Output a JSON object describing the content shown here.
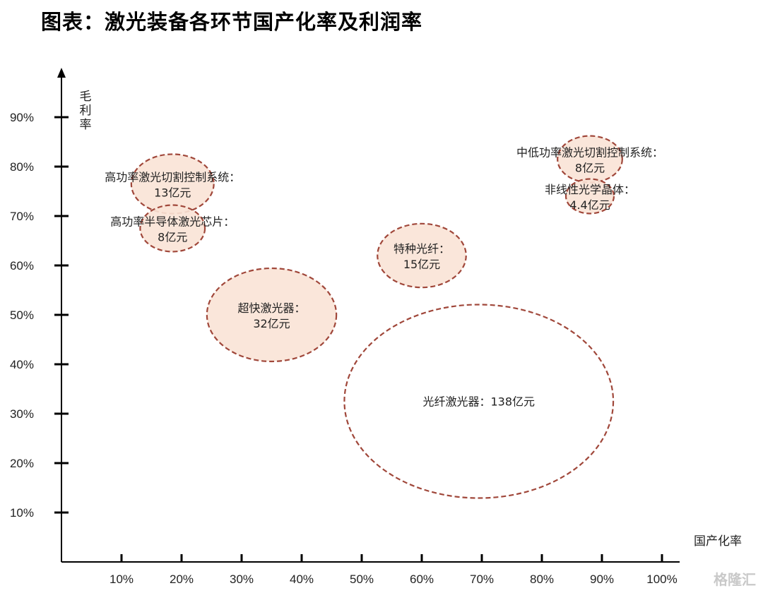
{
  "title": "图表：激光装备各环节国产化率及利润率",
  "watermark": "格隆汇",
  "chart_data": {
    "type": "bubble",
    "xlabel": "国产化率",
    "ylabel": "毛利率",
    "xlim": [
      0,
      100
    ],
    "ylim": [
      0,
      100
    ],
    "x_ticks": [
      "10%",
      "20%",
      "30%",
      "40%",
      "50%",
      "60%",
      "70%",
      "80%",
      "90%",
      "100%"
    ],
    "y_ticks": [
      "10%",
      "20%",
      "30%",
      "40%",
      "50%",
      "60%",
      "70%",
      "80%",
      "90%"
    ],
    "grid": false,
    "colors": {
      "fill": "#f9e3d6",
      "stroke": "#a0473a",
      "axis": "#000000"
    },
    "points": [
      {
        "name": "高功率激光切割控制系统",
        "label_line1": "高功率激光切割控制系统：",
        "label_line2": "13亿元",
        "x": 18.5,
        "y": 76.5,
        "size": 13,
        "filled": true
      },
      {
        "name": "高功率半导体激光芯片",
        "label_line1": "高功率半导体激光芯片：",
        "label_line2": "8亿元",
        "x": 18.5,
        "y": 67.5,
        "size": 8,
        "filled": true
      },
      {
        "name": "超快激光器",
        "label_line1": "超快激光器：",
        "label_line2": "32亿元",
        "x": 35,
        "y": 50,
        "size": 32,
        "filled": true
      },
      {
        "name": "特种光纤",
        "label_line1": "特种光纤：",
        "label_line2": "15亿元",
        "x": 60,
        "y": 62,
        "size": 15,
        "filled": true
      },
      {
        "name": "中低功率激光切割控制系统",
        "label_line1": "中低功率激光切割控制系统：",
        "label_line2": "8亿元",
        "x": 88,
        "y": 81.5,
        "size": 8,
        "filled": true
      },
      {
        "name": "非线性光学晶体",
        "label_line1": "非线性光学晶体：",
        "label_line2": "4.4亿元",
        "x": 88,
        "y": 74,
        "size": 4.4,
        "filled": true
      },
      {
        "name": "光纤激光器",
        "label_line1": "光纤激光器：138亿元",
        "label_line2": "",
        "x": 69.5,
        "y": 32.5,
        "size": 138,
        "filled": false
      }
    ]
  }
}
